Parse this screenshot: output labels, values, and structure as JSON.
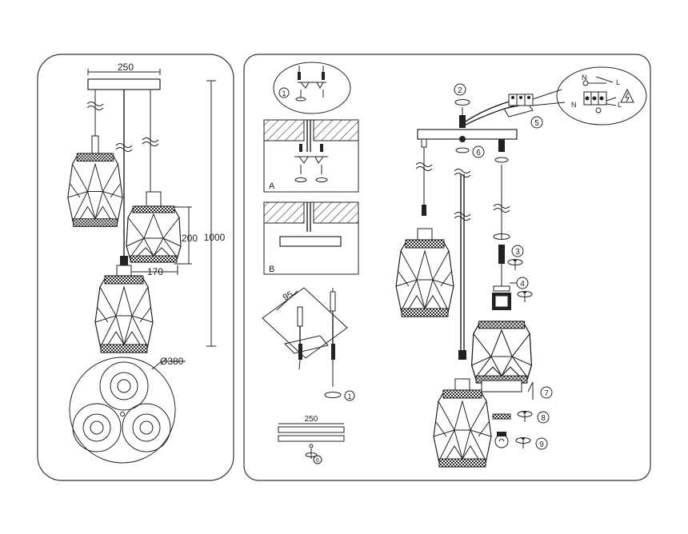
{
  "dimensions": {
    "canopy_width": "250",
    "height_total": "1000",
    "shade_height": "200",
    "shade_width": "170",
    "canopy_diameter": "Ø380",
    "bracket_hole_spacing": "95",
    "bracket_length": "250"
  },
  "step_labels": {
    "s1": "1",
    "s2": "2",
    "s3": "3",
    "s4": "4",
    "s5": "5",
    "s6": "6",
    "s7": "7",
    "s8": "8",
    "s9": "9",
    "sub1": "1",
    "sub6": "6"
  },
  "section_labels": {
    "a": "A",
    "b": "B"
  },
  "wiring_labels": {
    "n1": "N",
    "l1": "L",
    "n2": "N",
    "l2": "L"
  },
  "colors": {
    "stroke": "#222222",
    "panel_border": "#333333",
    "glass_dark": "#2b2b2b"
  }
}
